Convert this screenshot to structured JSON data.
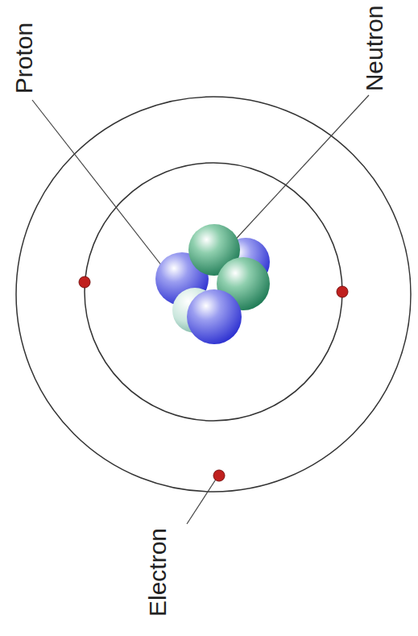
{
  "diagram": {
    "labels": [
      "Proton",
      "Neutron",
      "Electron"
    ]
  }
}
